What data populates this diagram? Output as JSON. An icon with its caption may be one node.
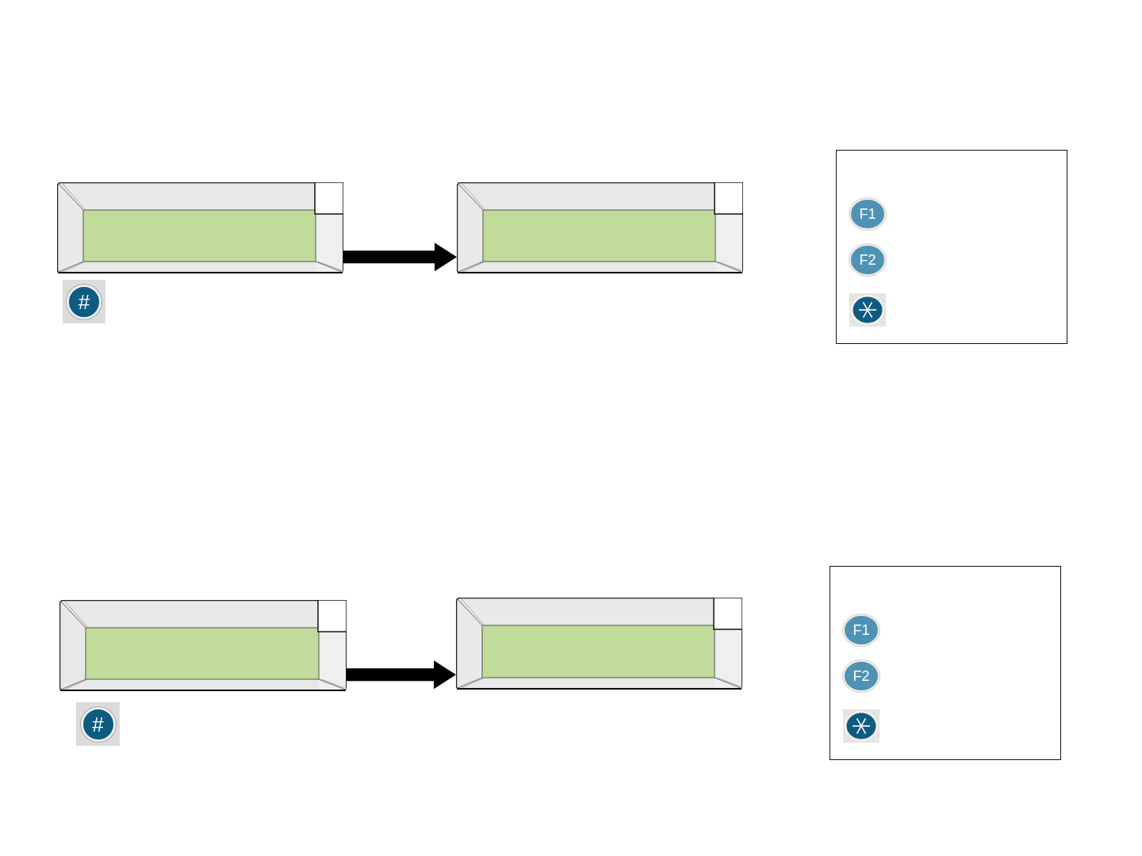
{
  "diagram": {
    "nodes": [
      {
        "text": [],
        "shape": "box"
      },
      {
        "text": [],
        "shape": "box"
      },
      {
        "text": [],
        "shape": "box"
      },
      {
        "text": [
          "F1"
        ],
        "in": 2
      },
      {
        "text": [
          "F2"
        ],
        "in": 2
      },
      {
        "text": [],
        "shape": "circle",
        "in": 2
      },
      {
        "text": [
          "#"
        ]
      },
      {
        "text": [],
        "shape": "box"
      },
      {
        "text": [],
        "shape": "box"
      },
      {
        "text": [],
        "shape": "box"
      },
      {
        "text": [
          "F1"
        ],
        "in": 9
      },
      {
        "text": [
          "F2"
        ],
        "in": 9
      },
      {
        "text": [],
        "shape": "circle",
        "in": 9
      },
      {
        "text": [
          "#"
        ]
      }
    ],
    "edges": [
      {
        "from": 0,
        "to": 1,
        "arrow": "to"
      },
      {
        "from": 7,
        "to": 8,
        "arrow": "to"
      }
    ]
  }
}
